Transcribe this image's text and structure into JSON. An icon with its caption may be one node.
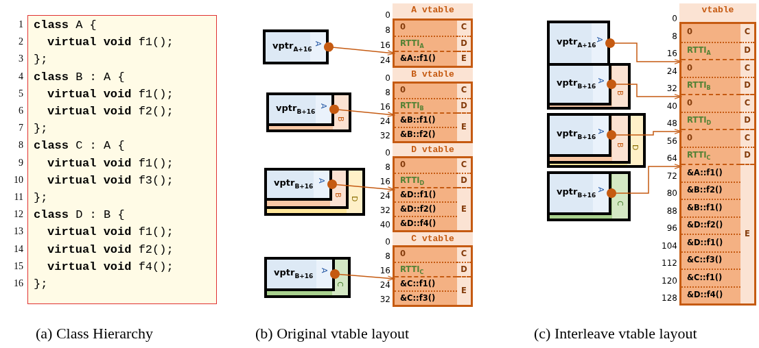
{
  "diagram": {
    "nodes": [
      {
        "text": [
          "**class** A {",
          "**virtual** **void** f1();",
          "};",
          "**class** B : A {",
          "**virtual** **void** f1();",
          "**virtual** **void** f2();",
          "};",
          "**class** C : A {",
          "**virtual** **void** f1();",
          "**virtual** **void** f3();",
          "};",
          "**class** D : B {",
          "**virtual** **void** f1();",
          "**virtual** **void** f2();",
          "**virtual** **void** f4();",
          "};"
        ],
        "beside": [
          "1",
          "2",
          "3",
          "4",
          "5",
          "6",
          "7",
          "8",
          "9",
          "10",
          "11",
          "12",
          "13",
          "14",
          "15",
          "16"
        ]
      },
      {
        "text": [
          "vptr$_{A+16}$",
          "A"
        ]
      },
      {
        "text": [
          "B"
        ]
      },
      {
        "text": [
          "vptr$_{B+16}$",
          "A"
        ],
        "in": 2
      },
      {
        "text": [
          "D"
        ]
      },
      {
        "text": [
          "B"
        ],
        "in": 4
      },
      {
        "text": [
          "vptr$_{B+16}$",
          "A"
        ],
        "in": 5
      },
      {
        "text": [
          "C"
        ]
      },
      {
        "text": [
          "vptr$_{B+16}$",
          "A"
        ],
        "in": 7
      },
      {
        "text": [
          "A vtable"
        ],
        "beside": [
          "0",
          "8",
          "16",
          "24"
        ]
      },
      {
        "text": [
          "0"
        ],
        "in": 9
      },
      {
        "text": [
          "RTTI$_{A}$"
        ],
        "in": 9
      },
      {
        "text": [
          "&A::f1()"
        ],
        "in": 9
      },
      {
        "text": [
          "C"
        ],
        "in": 9
      },
      {
        "text": [
          "D"
        ],
        "in": 9
      },
      {
        "text": [
          "E"
        ],
        "in": 9
      },
      {
        "text": [
          "B vtable"
        ],
        "beside": [
          "0",
          "8",
          "16",
          "24",
          "32"
        ]
      },
      {
        "text": [
          "0"
        ],
        "in": 16
      },
      {
        "text": [
          "RTTI$_{B}$"
        ],
        "in": 16
      },
      {
        "text": [
          "&B::f1()"
        ],
        "in": 16
      },
      {
        "text": [
          "&B::f2()"
        ],
        "in": 16
      },
      {
        "text": [
          "C"
        ],
        "in": 16
      },
      {
        "text": [
          "D"
        ],
        "in": 16
      },
      {
        "text": [
          "E"
        ],
        "in": 16
      },
      {
        "text": [
          "D vtable"
        ],
        "beside": [
          "0",
          "8",
          "16",
          "24",
          "32",
          "40"
        ]
      },
      {
        "text": [
          "0"
        ],
        "in": 24
      },
      {
        "text": [
          "RTTI$_{D}$"
        ],
        "in": 24
      },
      {
        "text": [
          "&D::f1()"
        ],
        "in": 24
      },
      {
        "text": [
          "&D::f2()"
        ],
        "in": 24
      },
      {
        "text": [
          "&D::f4()"
        ],
        "in": 24
      },
      {
        "text": [
          "C"
        ],
        "in": 24
      },
      {
        "text": [
          "D"
        ],
        "in": 24
      },
      {
        "text": [
          "E"
        ],
        "in": 24
      },
      {
        "text": [
          "C vtable"
        ],
        "beside": [
          "0",
          "8",
          "16",
          "24",
          "32"
        ]
      },
      {
        "text": [
          "0"
        ],
        "in": 33
      },
      {
        "text": [
          "RTTI$_{C}$"
        ],
        "in": 33
      },
      {
        "text": [
          "&C::f1()"
        ],
        "in": 33
      },
      {
        "text": [
          "&C::f3()"
        ],
        "in": 33
      },
      {
        "text": [
          "C"
        ],
        "in": 33
      },
      {
        "text": [
          "D"
        ],
        "in": 33
      },
      {
        "text": [
          "E"
        ],
        "in": 33
      },
      {
        "text": [
          "vptr$_{A+16}$",
          "A"
        ]
      },
      {
        "text": [
          "B"
        ]
      },
      {
        "text": [
          "vptr$_{B+16}$",
          "A"
        ],
        "in": 42
      },
      {
        "text": [
          "D"
        ]
      },
      {
        "text": [
          "B"
        ],
        "in": 44
      },
      {
        "text": [
          "vptr$_{B+16}$",
          "A"
        ],
        "in": 45
      },
      {
        "text": [
          "C"
        ]
      },
      {
        "text": [
          "vptr$_{B+16}$",
          "A"
        ],
        "in": 47
      },
      {
        "text": [
          "vtable"
        ],
        "beside": [
          "0",
          "8",
          "16",
          "24",
          "32",
          "40",
          "48",
          "56",
          "64",
          "72",
          "80",
          "88",
          "96",
          "104",
          "112",
          "120",
          "128"
        ]
      },
      {
        "text": [
          "0"
        ],
        "in": 49
      },
      {
        "text": [
          "RTTI$_{A}$"
        ],
        "in": 49
      },
      {
        "text": [
          "0"
        ],
        "in": 49
      },
      {
        "text": [
          "RTTI$_{B}$"
        ],
        "in": 49
      },
      {
        "text": [
          "0"
        ],
        "in": 49
      },
      {
        "text": [
          "RTTI$_{D}$"
        ],
        "in": 49
      },
      {
        "text": [
          "0"
        ],
        "in": 49
      },
      {
        "text": [
          "RTTI$_{C}$"
        ],
        "in": 49
      },
      {
        "text": [
          "&A::f1()"
        ],
        "in": 49
      },
      {
        "text": [
          "&B::f2()"
        ],
        "in": 49
      },
      {
        "text": [
          "&B::f1()"
        ],
        "in": 49
      },
      {
        "text": [
          "&D::f2()"
        ],
        "in": 49
      },
      {
        "text": [
          "&D::f1()"
        ],
        "in": 49
      },
      {
        "text": [
          "&C::f3()"
        ],
        "in": 49
      },
      {
        "text": [
          "&C::f1()"
        ],
        "in": 49
      },
      {
        "text": [
          "&D::f4()"
        ],
        "in": 49
      },
      {
        "text": [
          "C"
        ],
        "in": 49
      },
      {
        "text": [
          "D"
        ],
        "in": 49
      },
      {
        "text": [
          "C"
        ],
        "in": 49
      },
      {
        "text": [
          "D"
        ],
        "in": 49
      },
      {
        "text": [
          "C"
        ],
        "in": 49
      },
      {
        "text": [
          "D"
        ],
        "in": 49
      },
      {
        "text": [
          "C"
        ],
        "in": 49
      },
      {
        "text": [
          "D"
        ],
        "in": 49
      },
      {
        "text": [
          "E"
        ],
        "in": 49
      }
    ],
    "edges": [
      {
        "from": 1,
        "to": 12,
        "arrow": "to"
      },
      {
        "from": 3,
        "to": 19,
        "arrow": "to"
      },
      {
        "from": 6,
        "to": 27,
        "arrow": "to"
      },
      {
        "from": 8,
        "to": 36,
        "arrow": "to"
      },
      {
        "from": 41,
        "to": 52,
        "arrow": "to"
      },
      {
        "from": 43,
        "to": 54,
        "arrow": "to"
      },
      {
        "from": 46,
        "to": 56,
        "arrow": "to"
      },
      {
        "from": 48,
        "to": 58,
        "arrow": "to"
      }
    ],
    "labels": [
      "(a) Class Hierarchy",
      "(b) Original vtable layout",
      "(c) Interleave vtable layout"
    ]
  }
}
